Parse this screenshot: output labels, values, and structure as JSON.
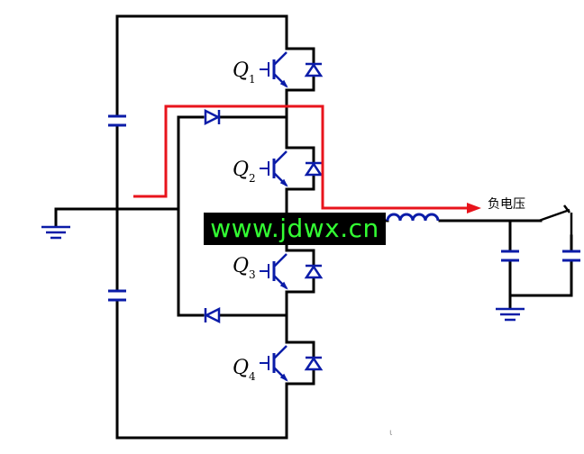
{
  "labels": {
    "q1": {
      "letter": "Q",
      "sub": "1"
    },
    "q2": {
      "letter": "Q",
      "sub": "2"
    },
    "q3": {
      "letter": "Q",
      "sub": "3"
    },
    "q4": {
      "letter": "Q",
      "sub": "4"
    },
    "negative_voltage": "负电压",
    "watermark": "www.jdwx.cn"
  },
  "colors": {
    "wire": "#000000",
    "component": "#0b1ca8",
    "current_path": "#e8141c",
    "watermark_bg": "#000000",
    "watermark_text": "#33ff33"
  },
  "icons": [
    "igbt-icon",
    "diode-icon",
    "capacitor-icon",
    "inductor-icon",
    "ground-icon",
    "switch-icon",
    "arrow-icon"
  ]
}
